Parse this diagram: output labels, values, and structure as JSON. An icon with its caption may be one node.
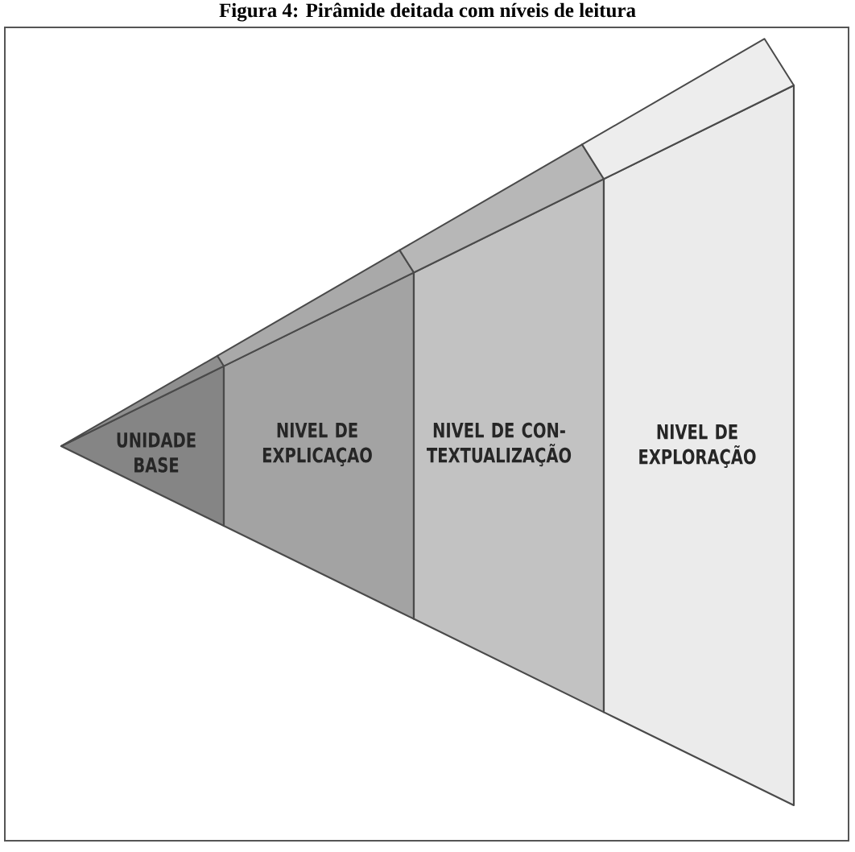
{
  "diagram": {
    "title": "Figura 4: Pirâmide deitada com níveis de leitura",
    "nodes": [
      {
        "text": [
          "UNIDADE BASE"
        ]
      },
      {
        "text": [
          "NIVEL DE EXPLICAÇAO"
        ]
      },
      {
        "text": [
          "NIVEL DE CON- TEXTUALIZAÇÃO"
        ]
      },
      {
        "text": [
          "NIVEL DE EXPLORAÇÃO"
        ]
      }
    ]
  }
}
